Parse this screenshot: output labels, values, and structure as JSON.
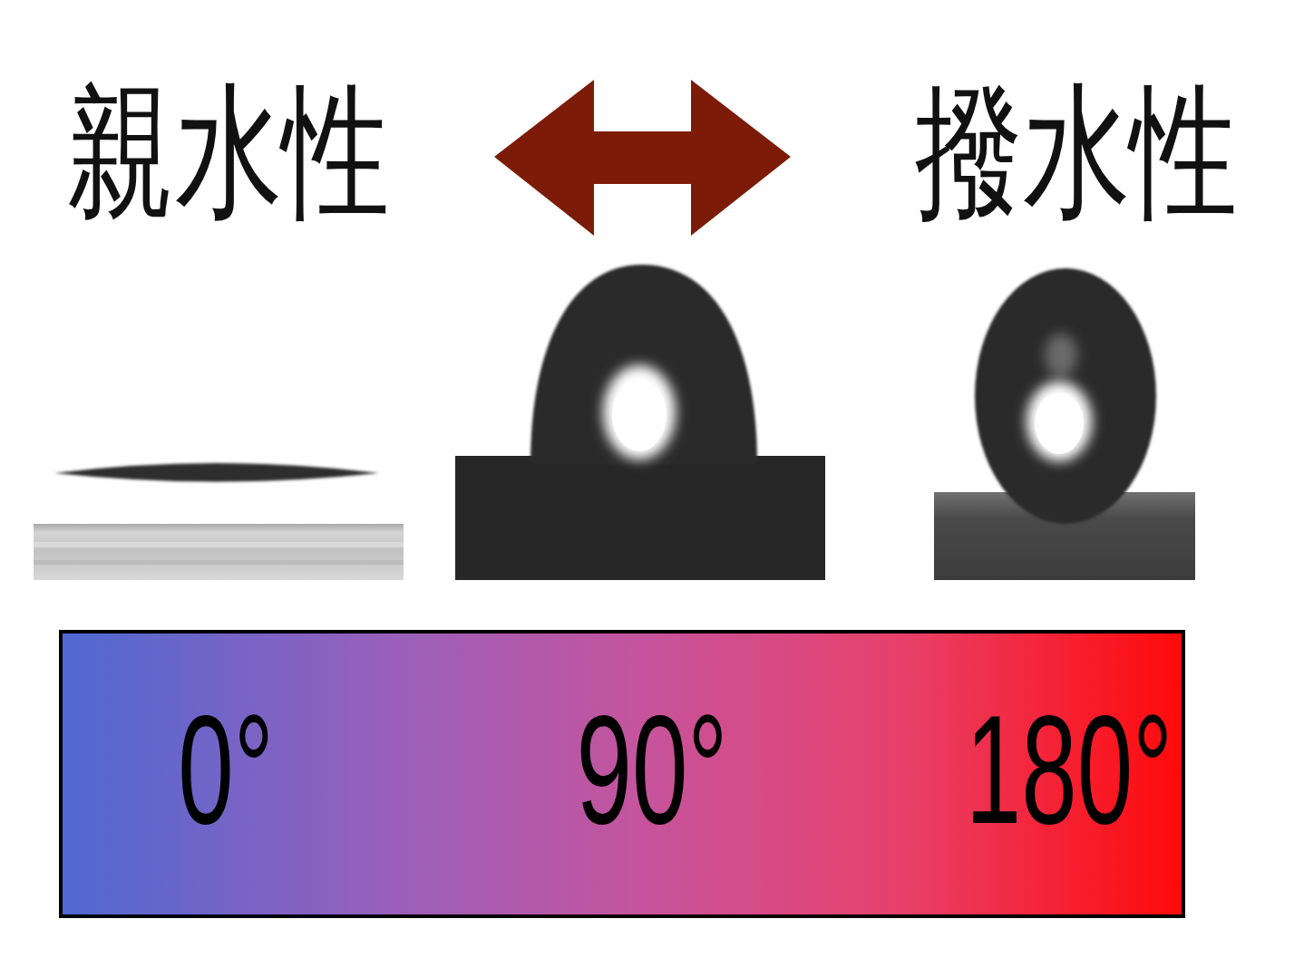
{
  "diagram": {
    "nodes": [
      {
        "text": [
          "0°",
          "90°",
          "180°"
        ]
      }
    ],
    "labels": [
      "親水性",
      "撥水性"
    ]
  }
}
